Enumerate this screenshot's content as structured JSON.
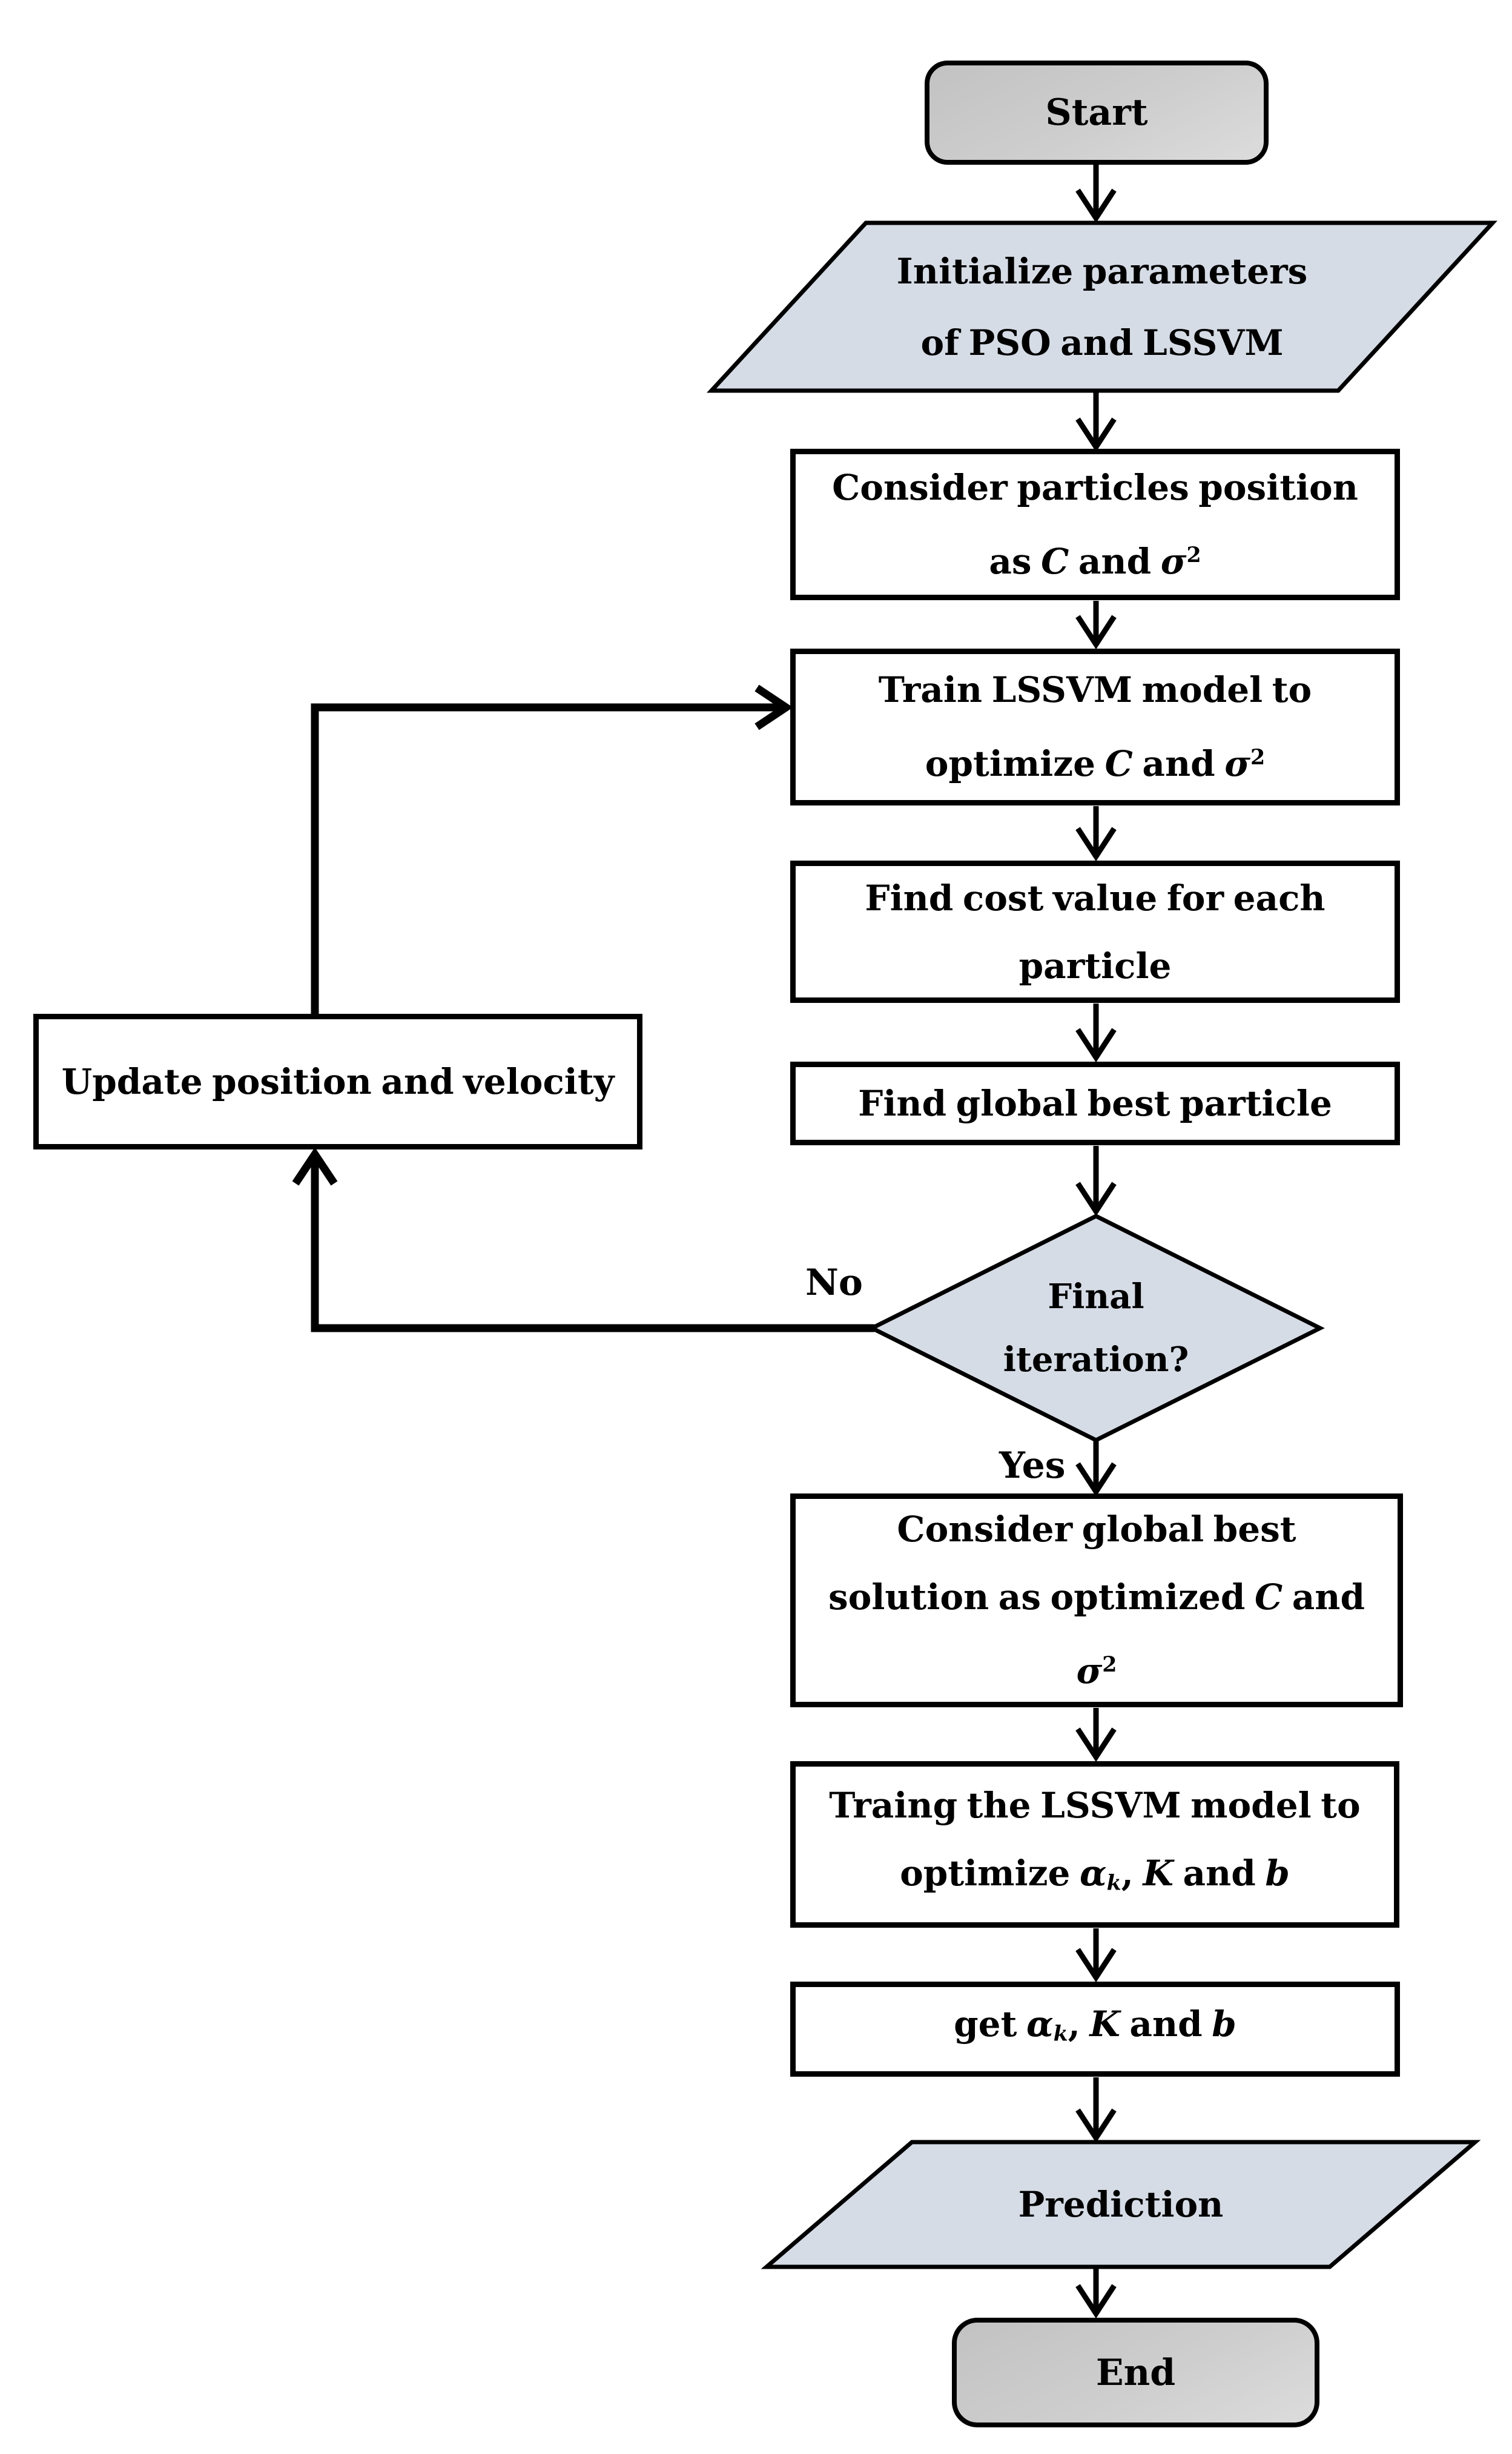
{
  "colors": {
    "stroke": "#000000",
    "io_fill": "#d6dce6",
    "process_fill": "#ffffff",
    "terminator_fill": "#cccccc",
    "background": "#ffffff"
  },
  "nodes": {
    "start": {
      "label": "Start"
    },
    "init": {
      "l1": "Initialize parameters",
      "l2": "of PSO and LSSVM"
    },
    "particles": {
      "l1": "Consider particles position",
      "l2": [
        "as ",
        "C",
        " and ",
        "σ",
        "2"
      ]
    },
    "train": {
      "l1": "Train LSSVM model to",
      "l2": [
        "optimize ",
        "C",
        " and ",
        "σ",
        "2"
      ]
    },
    "cost": {
      "l1": "Find cost value for each",
      "l2": "particle"
    },
    "best": {
      "l1": "Find global best particle"
    },
    "decision": {
      "l1": "Final",
      "l2": "iteration?"
    },
    "update": {
      "l1": "Update position and velocity"
    },
    "gbest": {
      "l1": "Consider global best",
      "l2": [
        "solution as optimized ",
        "C",
        " and"
      ],
      "l3": [
        "σ",
        "2"
      ]
    },
    "traing": {
      "l1": "Traing the LSSVM model to",
      "l2": [
        "optimize ",
        "α",
        "k",
        ", ",
        "K",
        " and ",
        "b"
      ]
    },
    "get": {
      "l1": [
        "get ",
        "α",
        "k",
        ", ",
        "K",
        " and ",
        "b"
      ]
    },
    "prediction": {
      "label": "Prediction"
    },
    "end": {
      "label": "End"
    }
  },
  "edge_labels": {
    "no": "No",
    "yes": "Yes"
  }
}
